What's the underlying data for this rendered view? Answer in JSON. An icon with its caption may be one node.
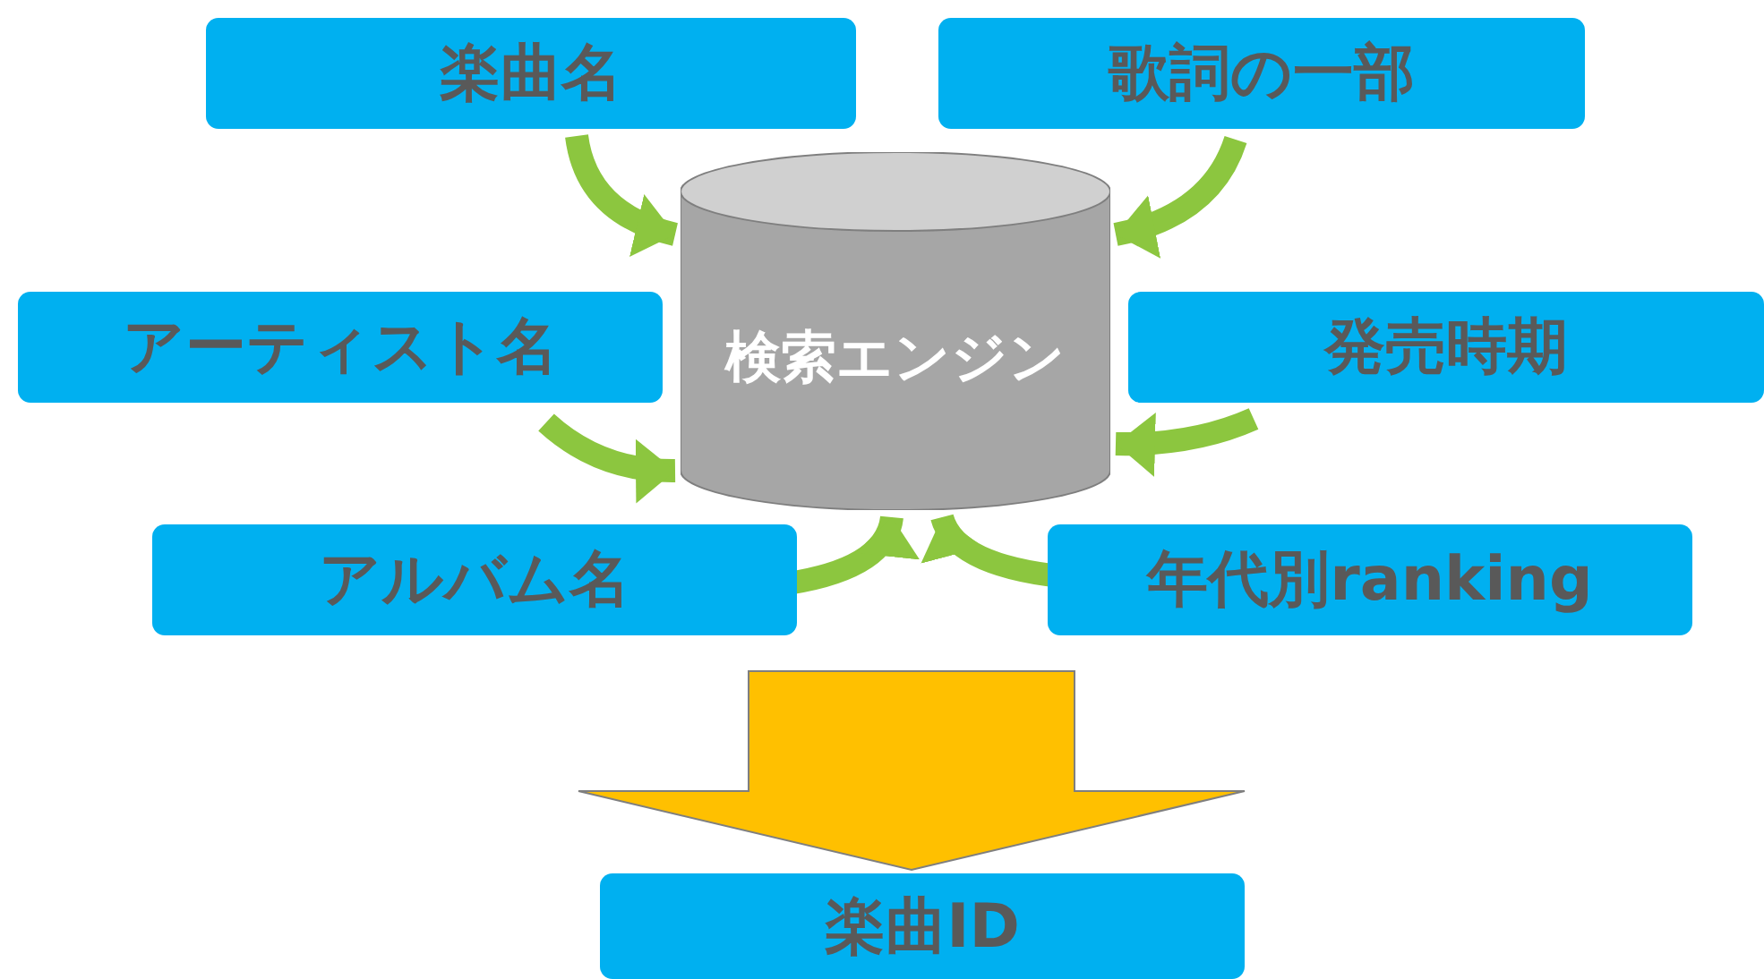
{
  "diagram": {
    "nodes": [
      {
        "text": [
          "楽曲名"
        ]
      },
      {
        "text": [
          "歌詞の一部"
        ]
      },
      {
        "text": [
          "アーティスト名"
        ]
      },
      {
        "text": [
          "発売時期"
        ]
      },
      {
        "text": [
          "アルバム名"
        ]
      },
      {
        "text": [
          "年代別ranking"
        ]
      },
      {
        "text": [
          "検索エンジン"
        ]
      },
      {
        "text": [
          "楽曲ID"
        ]
      }
    ],
    "edges": [
      {
        "from": 0,
        "to": 6,
        "arrow": "to"
      },
      {
        "from": 1,
        "to": 6,
        "arrow": "to"
      },
      {
        "from": 2,
        "to": 6,
        "arrow": "to"
      },
      {
        "from": 3,
        "to": 6,
        "arrow": "to"
      },
      {
        "from": 4,
        "to": 6,
        "arrow": "to"
      },
      {
        "from": 5,
        "to": 6,
        "arrow": "to"
      },
      {
        "from": 6,
        "to": 7,
        "arrow": "to",
        "style": "thick",
        "color": "#ffc000"
      }
    ]
  }
}
